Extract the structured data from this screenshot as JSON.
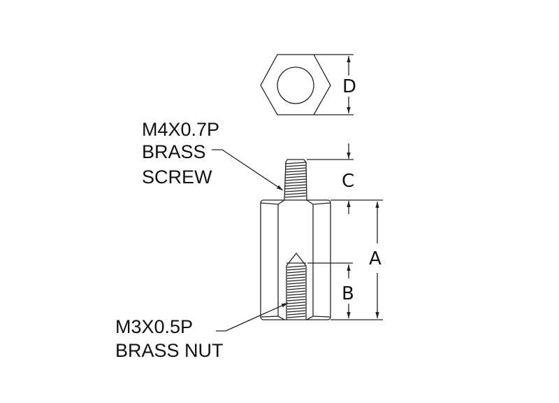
{
  "labels": {
    "screw": [
      "M4X0.7P",
      "BRASS",
      "SCREW"
    ],
    "nut": [
      "M3X0.5P",
      "BRASS NUT"
    ]
  },
  "dimensions": {
    "a": "A",
    "b": "B",
    "c": "C",
    "d": "D"
  }
}
